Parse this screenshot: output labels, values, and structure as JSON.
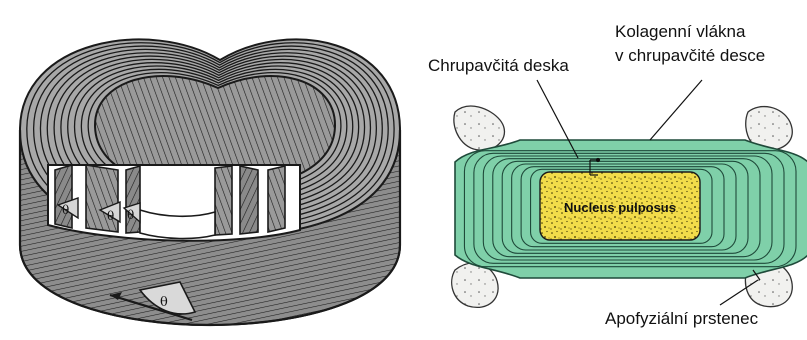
{
  "colors": {
    "disc_fill": "#7fd0a9",
    "disc_line": "#1f4a3a",
    "nucleus_fill": "#f2dc4a",
    "nucleus_speckle": "#3a3200",
    "bone_fill": "#f1f1ef",
    "stroke": "#1a1a1a",
    "gray_fill": "#8f8f8f"
  },
  "left_figure": {
    "theta_symbol": "θ"
  },
  "right_figure": {
    "labels": {
      "cartilage_plate": "Chrupavčitá deska",
      "collagen_fibers_line1": "Kolagenní vlákna",
      "collagen_fibers_line2": "v chrupavčité desce",
      "nucleus": "Nucleus pulposus",
      "apophyseal_ring": "Apofyziální prstenec"
    }
  }
}
